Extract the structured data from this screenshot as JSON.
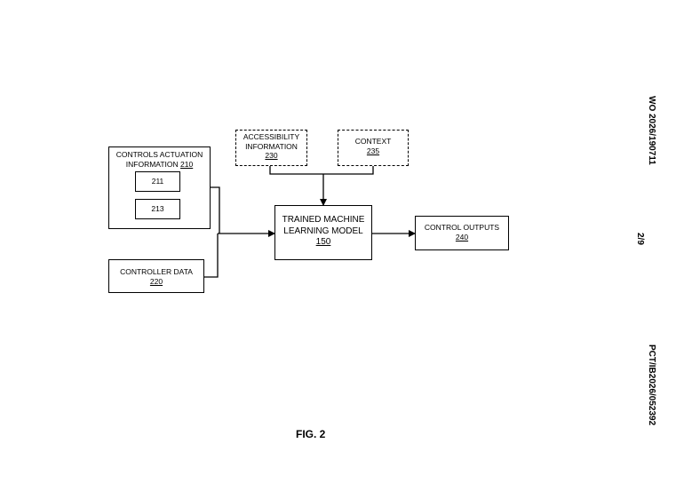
{
  "figure": {
    "caption": "FIG. 2",
    "side_texts": {
      "publication": "WO 2026/190711",
      "sheet": "2/9",
      "application": "PCT/IB2026/052392"
    }
  },
  "nodes": {
    "controls_actuation": {
      "line1": "CONTROLS ACTUATION",
      "line2": "INFORMATION",
      "ref": "210"
    },
    "sub_211": {
      "ref": "211"
    },
    "sub_213": {
      "ref": "213"
    },
    "controller_data": {
      "label": "CONTROLLER DATA",
      "ref": "220"
    },
    "accessibility": {
      "line1": "ACCESSIBILITY",
      "line2": "INFORMATION",
      "ref": "230"
    },
    "context": {
      "label": "CONTEXT",
      "ref": "235"
    },
    "model": {
      "line1": "TRAINED MACHINE",
      "line2": "LEARNING MODEL",
      "ref": "150"
    },
    "control_outputs": {
      "label": "CONTROL OUTPUTS",
      "ref": "240"
    }
  }
}
